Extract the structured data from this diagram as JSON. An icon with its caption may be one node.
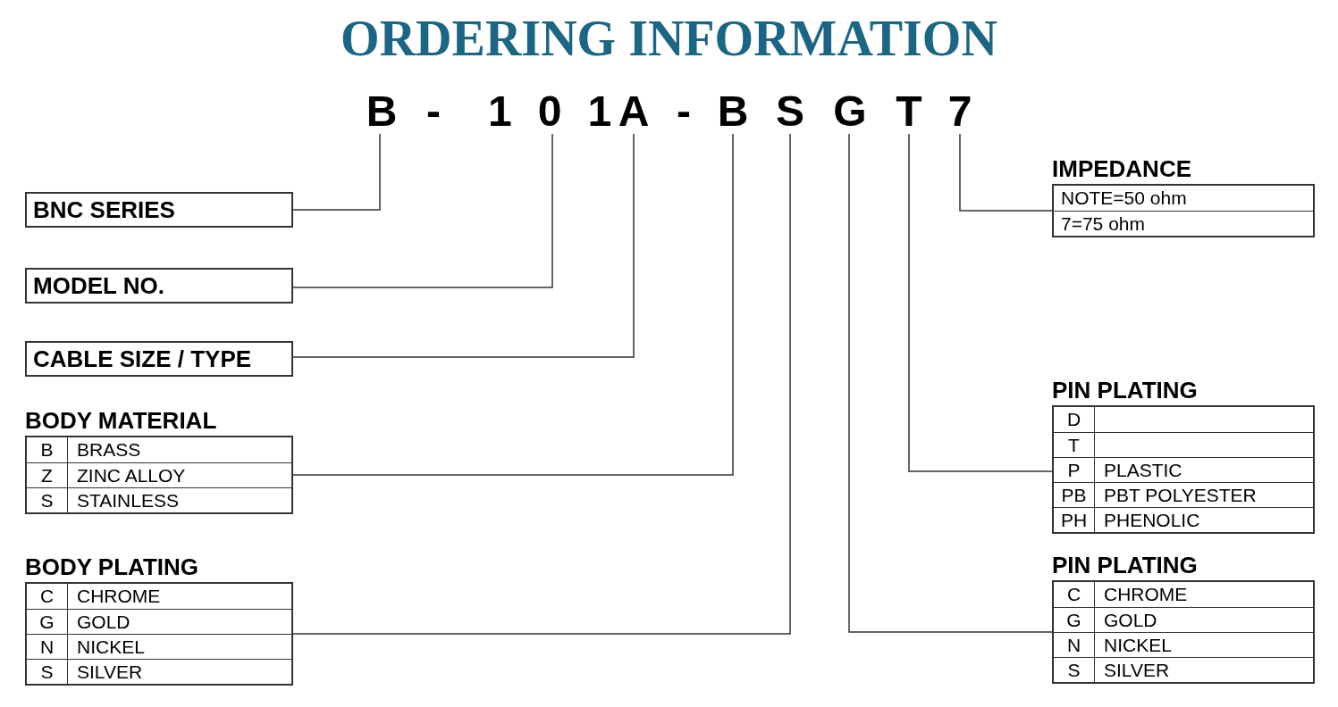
{
  "diagram": {
    "title": "ORDERING INFORMATION",
    "nodes": [
      {
        "text": [
          "B"
        ]
      },
      {
        "text": [
          "101"
        ]
      },
      {
        "text": [
          "A"
        ]
      },
      {
        "text": [
          "B"
        ]
      },
      {
        "text": [
          "S"
        ]
      },
      {
        "text": [
          "G"
        ]
      },
      {
        "text": [
          "T"
        ]
      },
      {
        "text": [
          "7"
        ]
      },
      {
        "text": [
          "BNC SERIES"
        ]
      },
      {
        "text": [
          "MODEL NO."
        ]
      },
      {
        "text": [
          "CABLE SIZE / TYPE"
        ]
      },
      {
        "text": [
          "BODY MATERIAL",
          "B",
          "BRASS",
          "Z",
          "ZINC ALLOY",
          "S",
          "STAINLESS"
        ]
      },
      {
        "text": [
          "BODY PLATING",
          "C",
          "CHROME",
          "G",
          "GOLD",
          "N",
          "NICKEL",
          "S",
          "SILVER"
        ]
      },
      {
        "text": [
          "IMPEDANCE",
          "NOTE=50 ohm",
          "7=75 ohm"
        ]
      },
      {
        "text": [
          "PIN PLATING",
          "D",
          "T",
          "P",
          "PLASTIC",
          "PB",
          "PBT POLYESTER",
          "PH",
          "PHENOLIC"
        ]
      },
      {
        "text": [
          "PIN PLATING",
          "C",
          "CHROME",
          "G",
          "GOLD",
          "N",
          "NICKEL",
          "S",
          "SILVER"
        ]
      }
    ],
    "edges": [
      {
        "from": 0,
        "to": 8,
        "arrow": "none"
      },
      {
        "from": 1,
        "to": 9,
        "arrow": "none"
      },
      {
        "from": 2,
        "to": 10,
        "arrow": "none"
      },
      {
        "from": 3,
        "to": 11,
        "arrow": "none"
      },
      {
        "from": 4,
        "to": 12,
        "arrow": "none"
      },
      {
        "from": 5,
        "to": 15,
        "arrow": "none"
      },
      {
        "from": 6,
        "to": 14,
        "arrow": "none"
      },
      {
        "from": 7,
        "to": 13,
        "arrow": "none"
      }
    ],
    "labels": [
      "-",
      "-"
    ]
  }
}
